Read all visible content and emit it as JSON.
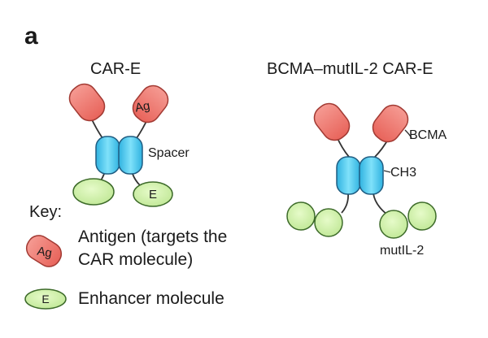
{
  "panel": {
    "letter": "a",
    "title_left": "CAR-E",
    "title_right": "BCMA–mutIL-2 CAR-E"
  },
  "left": {
    "ag_label": "Ag",
    "spacer_label": "Spacer",
    "e_label": "E"
  },
  "right": {
    "bcma_label": "BCMA",
    "ch3_label": "CH3",
    "mutil2_label": "mutIL-2"
  },
  "key": {
    "title": "Key:",
    "antigen_symbol": "Ag",
    "antigen_line1": "Antigen (targets the",
    "antigen_line2": "CAR molecule)",
    "enhancer_symbol": "E",
    "enhancer_text": "Enhancer molecule"
  },
  "colors": {
    "antigen_fill": "#f2837a",
    "antigen_stroke": "#a23a33",
    "spacer_fill": "#42c9ee",
    "spacer_stroke": "#1f5d82",
    "enhancer_fill": "#cdf0a6",
    "enhancer_stroke": "#3d6b2a"
  }
}
